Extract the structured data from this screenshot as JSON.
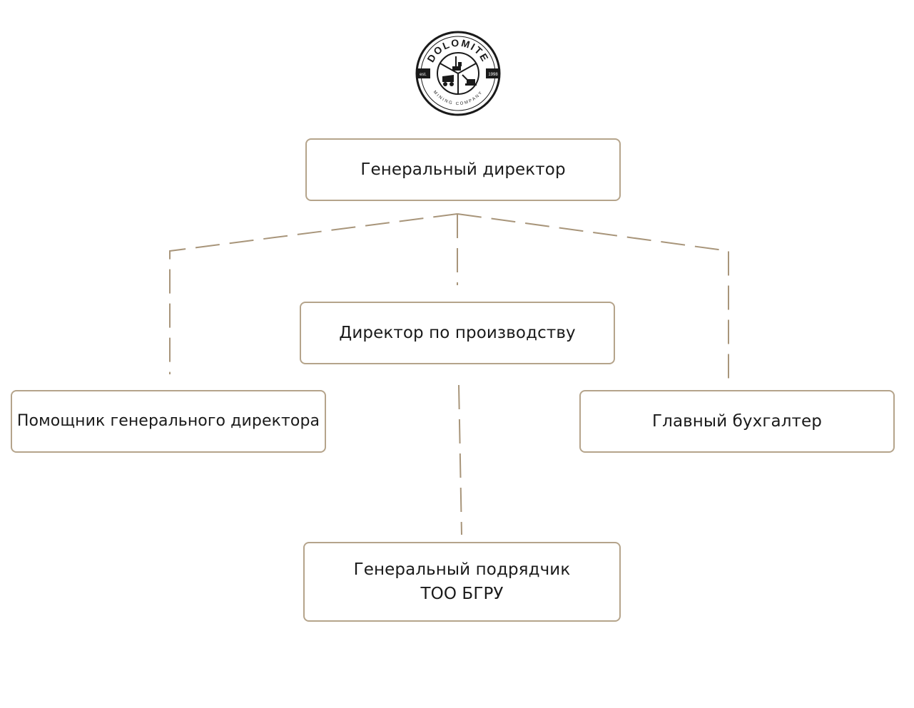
{
  "logo": {
    "name": "DOLOMITE",
    "subtitle": "MINING COMPANY",
    "est_label": "est.",
    "year": "1998"
  },
  "nodes": {
    "ceo": "Генеральный директор",
    "production_director": "Директор по производству",
    "assistant": "Помощник генерального директора",
    "chief_accountant": "Главный бухгалтер",
    "contractor_line1": "Генеральный подрядчик",
    "contractor_line2": "ТОО БГРУ"
  },
  "colors": {
    "border": "#b5a48b",
    "connector": "#a8957a",
    "text": "#1a1a1a",
    "logo": "#1a1a1a"
  }
}
